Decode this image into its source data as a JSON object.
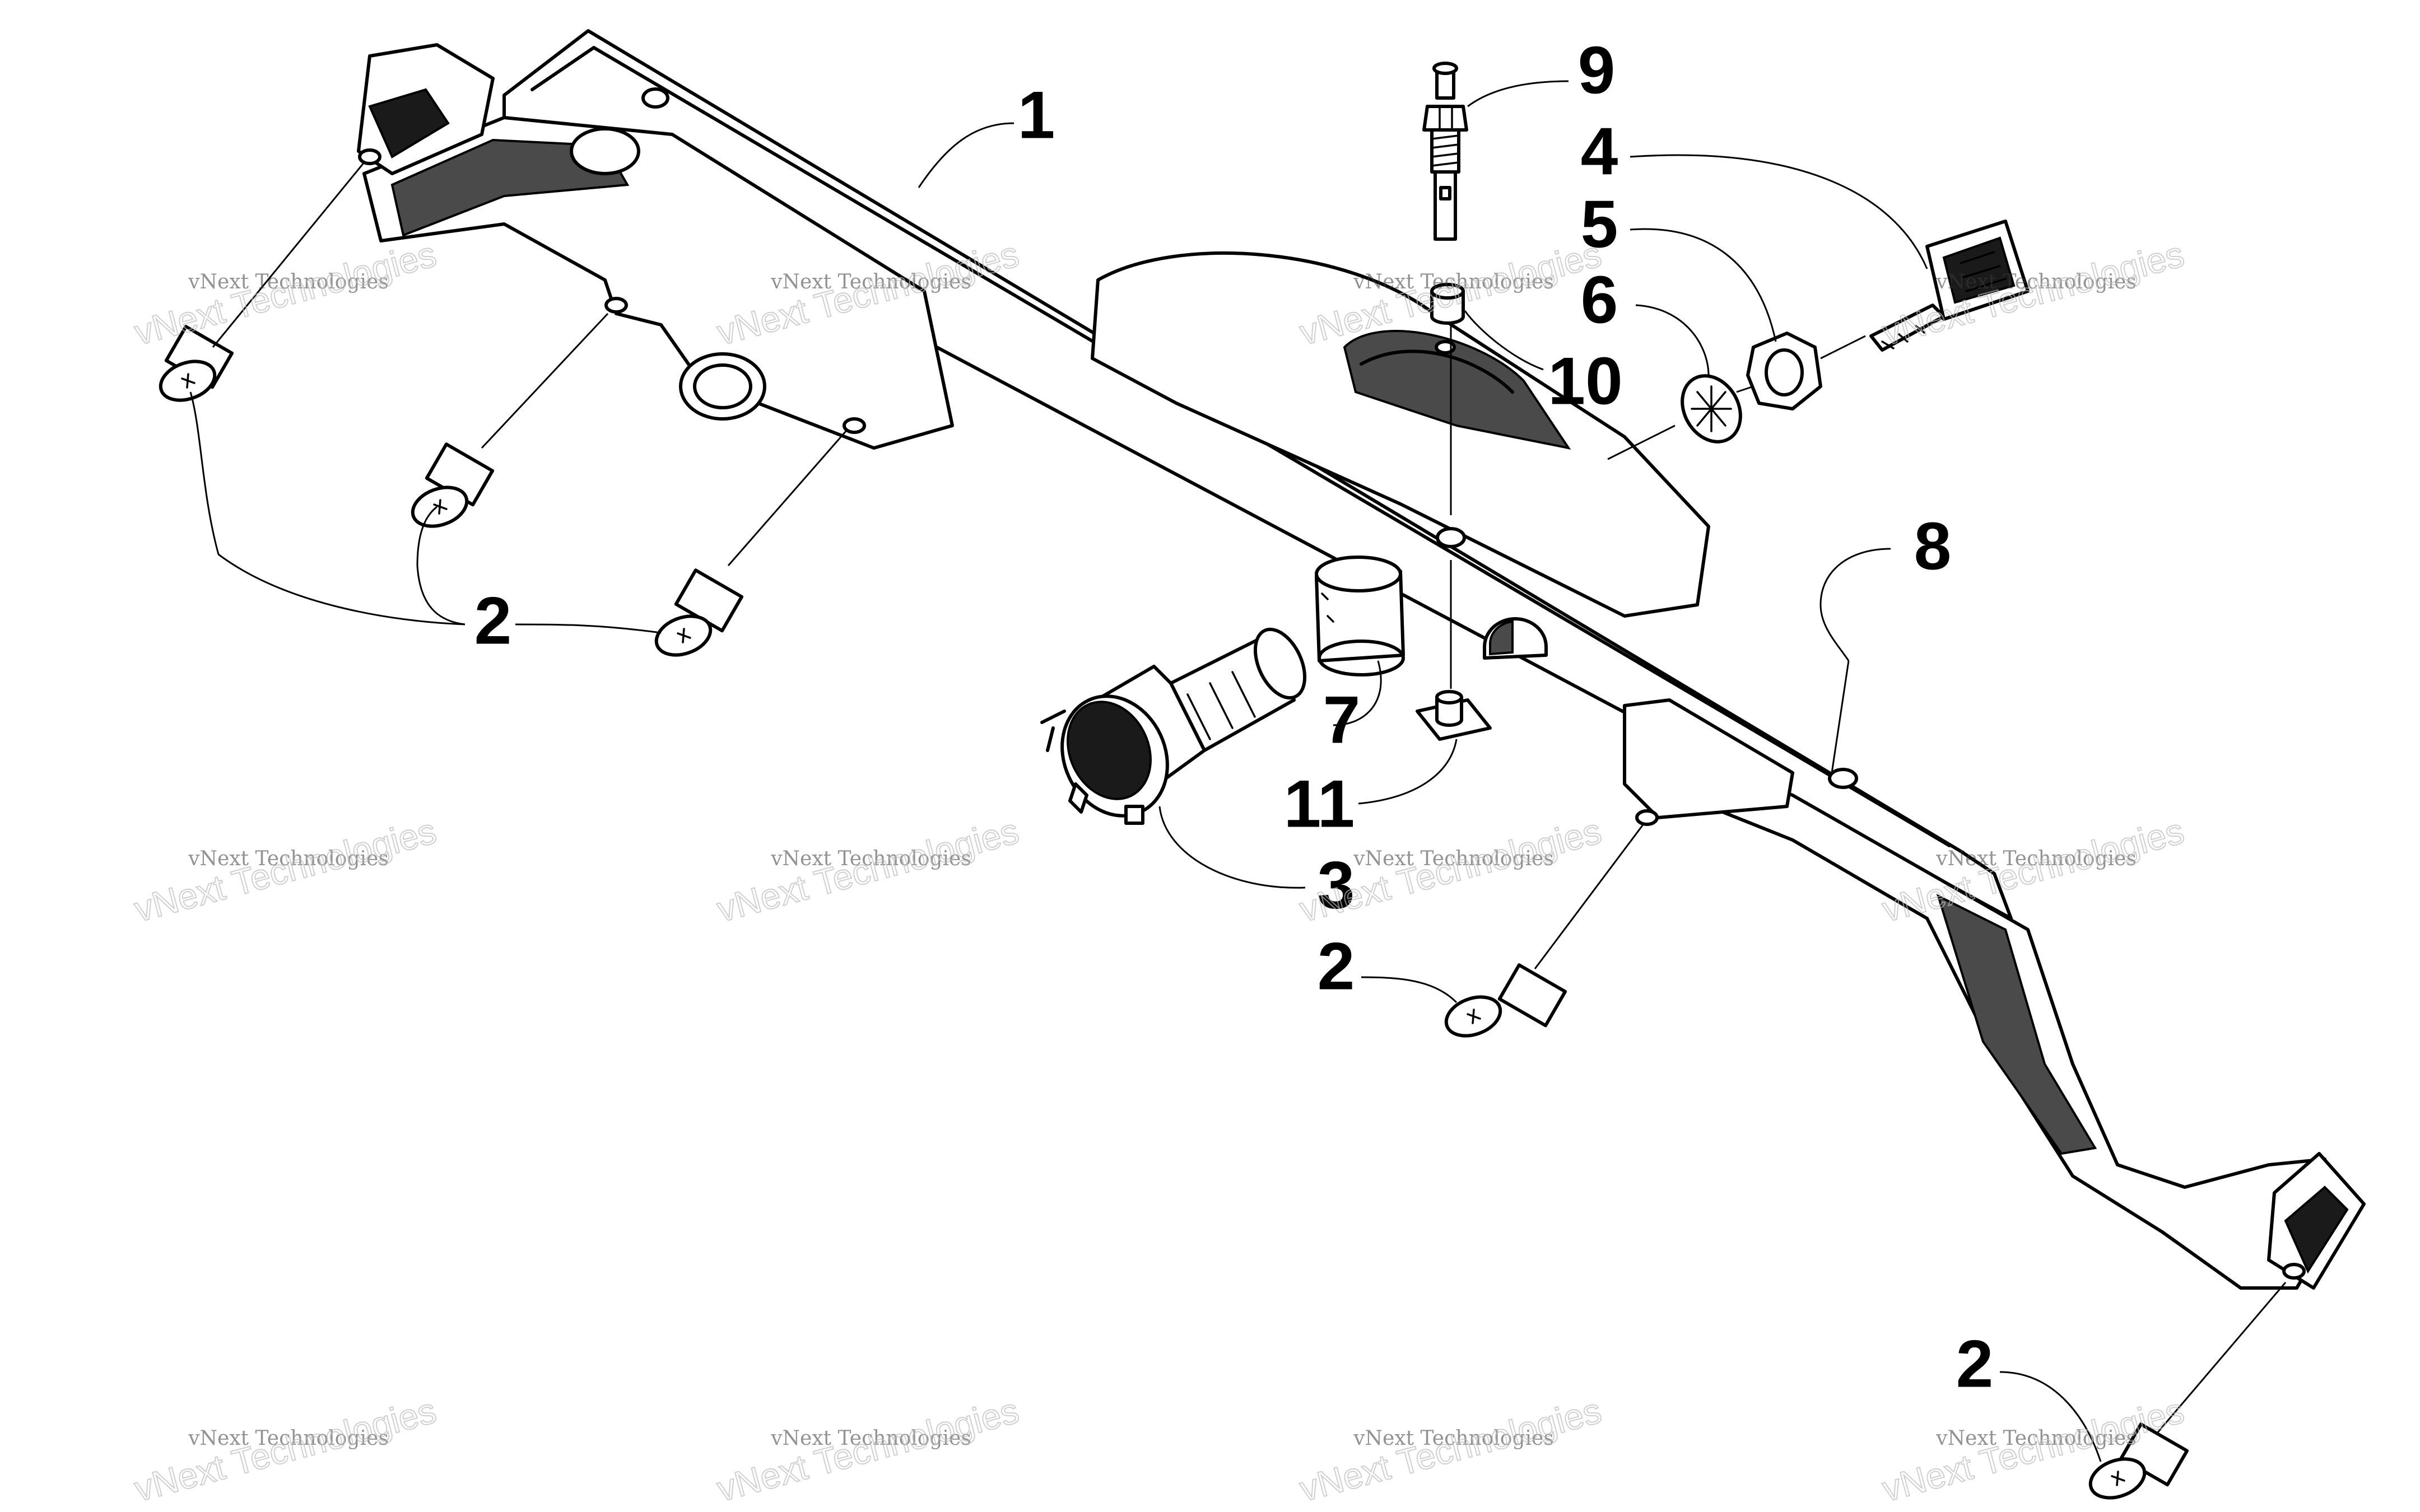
{
  "callouts": [
    {
      "id": "c1",
      "label": "1"
    },
    {
      "id": "c2a",
      "label": "2"
    },
    {
      "id": "c2b",
      "label": "2"
    },
    {
      "id": "c2c",
      "label": "2"
    },
    {
      "id": "c3",
      "label": "3"
    },
    {
      "id": "c4",
      "label": "4"
    },
    {
      "id": "c5",
      "label": "5"
    },
    {
      "id": "c6",
      "label": "6"
    },
    {
      "id": "c7",
      "label": "7"
    },
    {
      "id": "c8",
      "label": "8"
    },
    {
      "id": "c9",
      "label": "9"
    },
    {
      "id": "c10",
      "label": "10"
    },
    {
      "id": "c11",
      "label": "11"
    }
  ],
  "watermark": {
    "line1": "vNext Technologies",
    "line2": "vNext Technologies"
  }
}
